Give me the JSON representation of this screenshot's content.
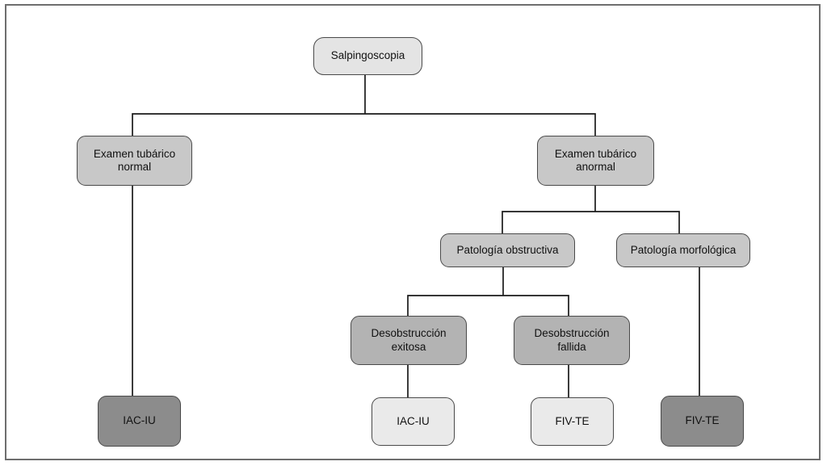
{
  "figure": {
    "type": "flowchart",
    "language": "es",
    "root_label": "Salpingoscopia"
  },
  "colors": {
    "light": "#e4e4e4",
    "lightest": "#eaeaea",
    "medium": "#c8c8c8",
    "mediumDark": "#b3b3b3",
    "dark": "#8c8c8c",
    "node_border": "#4a4a4a",
    "line": "#1a1a1a",
    "frame_border": "#6e6e6e"
  },
  "nodes": [
    {
      "id": "salpingoscopia",
      "label": "Salpingoscopia",
      "shade": "light"
    },
    {
      "id": "examen-tubarico-normal",
      "label": "Examen tubárico\nnormal",
      "shade": "medium"
    },
    {
      "id": "examen-tubarico-anormal",
      "label": "Examen tubárico\nanormal",
      "shade": "medium"
    },
    {
      "id": "patologia-obstructiva",
      "label": "Patología obstructiva",
      "shade": "medium"
    },
    {
      "id": "patologia-morfologica",
      "label": "Patología morfológica",
      "shade": "medium"
    },
    {
      "id": "desobstruccion-exitosa",
      "label": "Desobstrucción\nexitosa",
      "shade": "mediumDark"
    },
    {
      "id": "desobstruccion-fallida",
      "label": "Desobstrucción\nfallida",
      "shade": "mediumDark"
    },
    {
      "id": "iac-iu-left",
      "label": "IAC-IU",
      "shade": "dark"
    },
    {
      "id": "iac-iu-center",
      "label": "IAC-IU",
      "shade": "lightest"
    },
    {
      "id": "fiv-te-center",
      "label": "FIV-TE",
      "shade": "lightest"
    },
    {
      "id": "fiv-te-right",
      "label": "FIV-TE",
      "shade": "dark"
    }
  ],
  "edges": [
    {
      "from": "salpingoscopia",
      "to": "examen-tubarico-normal"
    },
    {
      "from": "salpingoscopia",
      "to": "examen-tubarico-anormal"
    },
    {
      "from": "examen-tubarico-normal",
      "to": "iac-iu-left"
    },
    {
      "from": "examen-tubarico-anormal",
      "to": "patologia-obstructiva"
    },
    {
      "from": "examen-tubarico-anormal",
      "to": "patologia-morfologica"
    },
    {
      "from": "patologia-obstructiva",
      "to": "desobstruccion-exitosa"
    },
    {
      "from": "patologia-obstructiva",
      "to": "desobstruccion-fallida"
    },
    {
      "from": "desobstruccion-exitosa",
      "to": "iac-iu-center"
    },
    {
      "from": "desobstruccion-fallida",
      "to": "fiv-te-center"
    },
    {
      "from": "patologia-morfologica",
      "to": "fiv-te-right"
    }
  ]
}
